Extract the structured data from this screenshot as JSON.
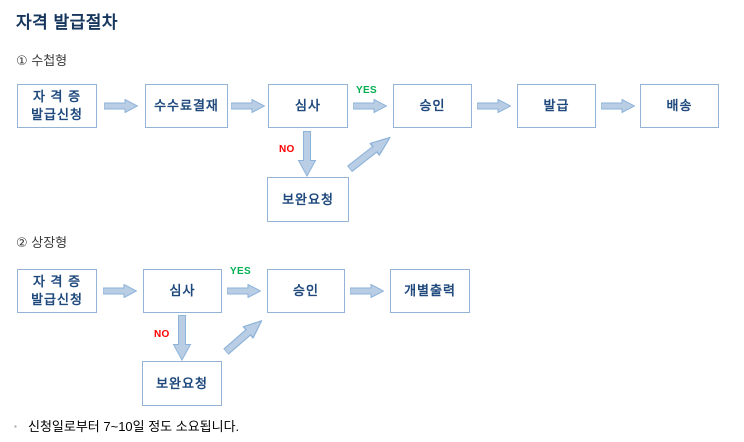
{
  "page": {
    "title": "자격 발급절차",
    "footer": {
      "bullet": "▪",
      "note": "신청일로부터 7~10일 정도 소요됩니다."
    }
  },
  "colors": {
    "title_text": "#17365d",
    "box_border": "#95b3d7",
    "box_text": "#1f497d",
    "arrow_fill": "#b9cde5",
    "arrow_outline": "#8db3d9",
    "yes_label": "#00b050",
    "no_label": "#ff0000"
  },
  "section_notebook": {
    "heading": "① 수첩형",
    "boxes": {
      "apply_line1": "자 격 증",
      "apply_line2": "발급신청",
      "fee": "수수료결재",
      "review": "심사",
      "approve": "승인",
      "issue": "발급",
      "delivery": "배송",
      "remand": "보완요청"
    },
    "labels": {
      "yes": "YES",
      "no": "NO"
    }
  },
  "section_certificate": {
    "heading": "② 상장형",
    "boxes": {
      "apply_line1": "자 격 증",
      "apply_line2": "발급신청",
      "review": "심사",
      "approve": "승인",
      "print": "개별출력",
      "remand": "보완요청"
    },
    "labels": {
      "yes": "YES",
      "no": "NO"
    }
  }
}
